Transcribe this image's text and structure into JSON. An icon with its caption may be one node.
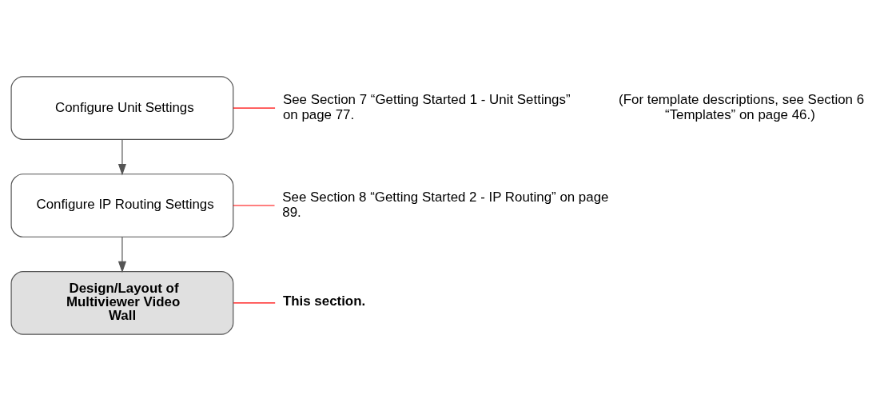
{
  "diagram": {
    "nodes": [
      {
        "text": [
          "Configure Unit Settings"
        ]
      },
      {
        "text": [
          "Configure IP Routing Settings"
        ]
      },
      {
        "text": [
          "Design/Layout of Multiviewer Video Wall"
        ]
      },
      {
        "text": [
          "See Section 7 “Getting Started 1 - Unit Settings” on page 77."
        ]
      },
      {
        "text": [
          "See Section 8 “Getting Started 2 - IP Routing” on page 89."
        ]
      },
      {
        "text": [
          "This section."
        ]
      }
    ],
    "edges": [
      {
        "from": 0,
        "to": 1,
        "arrow": "to",
        "color": "#555555"
      },
      {
        "from": 1,
        "to": 2,
        "arrow": "to",
        "color": "#555555"
      },
      {
        "from": 3,
        "to": 0,
        "arrow": "none"
      },
      {
        "from": 4,
        "to": 1,
        "arrow": "none"
      },
      {
        "from": 5,
        "to": 2,
        "arrow": "none"
      }
    ],
    "labels": [
      "(For template descriptions, see Section 6 “Templates” on page 46.)"
    ]
  }
}
